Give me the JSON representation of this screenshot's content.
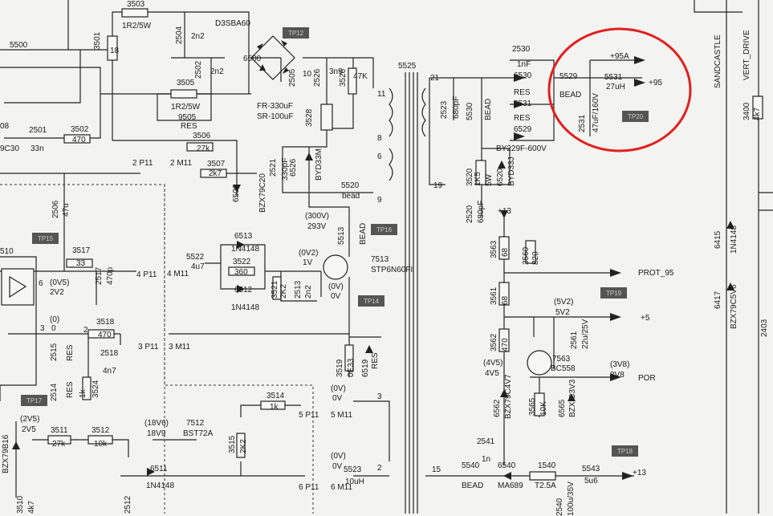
{
  "highlight_color": "#e0201f",
  "testpoints": [
    "TP12",
    "TP15",
    "TP16",
    "TP14",
    "TP17",
    "TP20",
    "TP19",
    "TP18"
  ],
  "labels": [
    "3503",
    "1R2/5W",
    "3501",
    "18",
    "2504",
    "2n2",
    "D3SBA60",
    "6500",
    "5500",
    "2502",
    "2n2",
    "3505",
    "1R2/5W",
    "9505",
    "RES",
    "FR-330uF",
    "SR-100uF",
    "2505",
    "10",
    "2526",
    "3n9",
    "3526",
    "47K",
    "11",
    "3528",
    "8",
    "6",
    "9",
    "2501",
    "33n",
    "3502",
    "470",
    "3506",
    "27k",
    "9C30",
    "08",
    "2 P11",
    "2 M11",
    "3507",
    "2k7",
    "6506",
    "BZX79C20",
    "2521",
    "330pF",
    "6526",
    "BYD33M",
    "5520",
    "bead",
    "(300V)",
    "293V",
    "5513",
    "BEAD",
    "6513",
    "1N4148",
    "5522",
    "4u7",
    "4 M11",
    "3522",
    "360",
    "6512",
    "1N4148",
    "(0V2)",
    "1V",
    "7513",
    "STP6N60FI",
    "(0V)",
    "0V",
    "3521",
    "2K2",
    "2513",
    "2n2",
    "2506",
    "47u",
    "3517",
    "33",
    "2517",
    "470p",
    "4 P11",
    "510",
    "6",
    "(0V5)",
    "2V2",
    "3",
    "(0)",
    "0",
    "2",
    "3518",
    "470",
    "3 P11",
    "3 M11",
    "2515",
    "RES",
    "2518",
    "4n7",
    "2514",
    "RES",
    "1k",
    "3524",
    "(2V5)",
    "2V5",
    "3511",
    "27k",
    "3512",
    "10k",
    "BZX79B16",
    "3510",
    "4k7",
    "6511",
    "1N4148",
    "2512",
    "(18V6)",
    "18V9",
    "7512",
    "BST72A",
    "3515",
    "2K2",
    "3514",
    "1k",
    "5 P11",
    "5 M11",
    "(0V)",
    "0V",
    "3",
    "(0V)",
    "0V",
    "5523",
    "10uH",
    "6 P11",
    "6 M11",
    "2",
    "3519",
    "0E33",
    "6519",
    "RES",
    "5525",
    "21",
    "2523",
    "680pF",
    "5530",
    "BEAD",
    "2530",
    "1nF",
    "6530",
    "RES",
    "6531",
    "RES",
    "6529",
    "BY229F-600V",
    "5529",
    "BEAD",
    "+95A",
    "+95",
    "5531",
    "27uH",
    "2531",
    "47uF/160V",
    "19",
    "3520",
    "1K5",
    "5W",
    "6520",
    "BYD33J",
    "2520",
    "680pF",
    "+13",
    "3563",
    "68",
    "3560",
    "820",
    "PROT_95",
    "3561",
    "68",
    "(5V2)",
    "5V2",
    "+5",
    "3562",
    "470",
    "2561",
    "22u/25V",
    "(4V5)",
    "4V5",
    "7563",
    "BC558",
    "(3V8)",
    "3V8",
    "POR",
    "6562",
    "BZX79C4V7",
    "3565",
    "10K",
    "6565",
    "BZX C3V3",
    "2541",
    "1n",
    "5540",
    "BEAD",
    "6540",
    "MA689",
    "1540",
    "T2.5A",
    "5543",
    "5u6",
    "+13",
    "15",
    "2540",
    "100u/35V",
    "SANDCASTLE",
    "VERT_DRIVE",
    "3400",
    "4k7",
    "6415",
    "1N4148",
    "6417",
    "BZX79C5V6",
    "2403"
  ]
}
